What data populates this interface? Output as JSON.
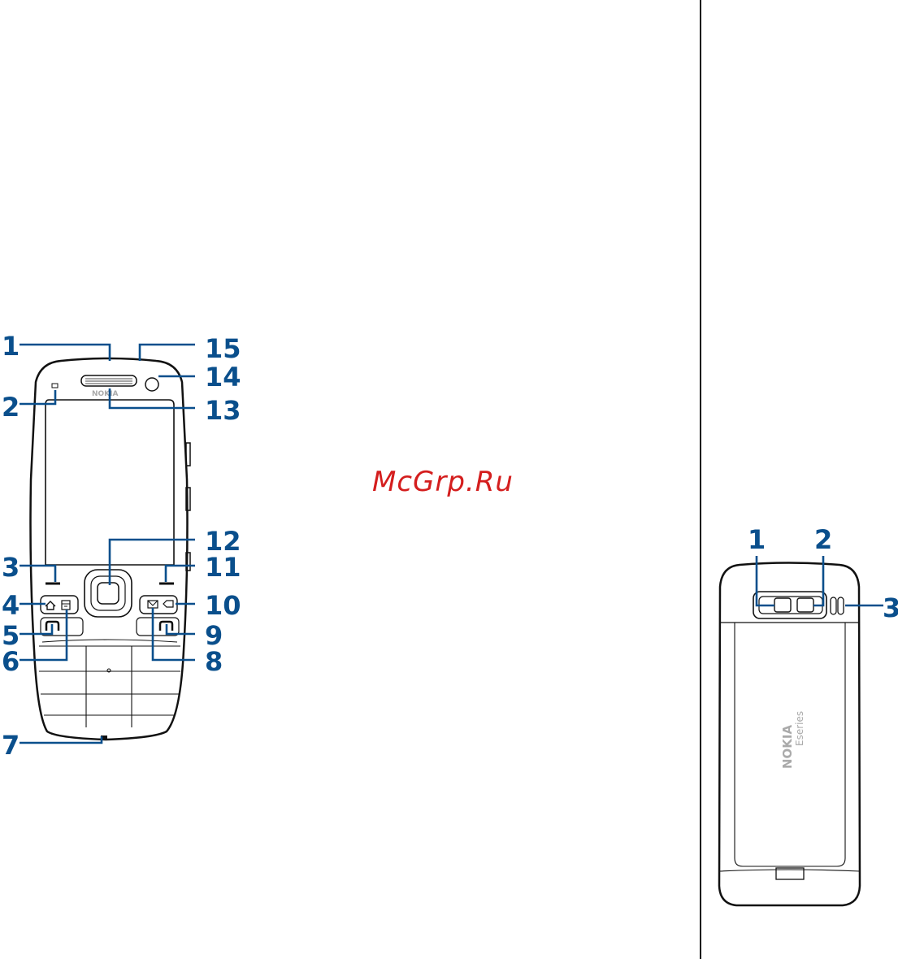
{
  "watermark": "McGrp.Ru",
  "front_view": {
    "earpiece_brand": "NOKIA",
    "callouts": {
      "c1": "1",
      "c2": "2",
      "c3": "3",
      "c4": "4",
      "c5": "5",
      "c6": "6",
      "c7": "7",
      "c8": "8",
      "c9": "9",
      "c10": "10",
      "c11": "11",
      "c12": "12",
      "c13": "13",
      "c14": "14",
      "c15": "15"
    }
  },
  "back_view": {
    "brand": "NOKIA",
    "series": "Eseries",
    "callouts": {
      "c1": "1",
      "c2": "2",
      "c3": "3"
    }
  }
}
